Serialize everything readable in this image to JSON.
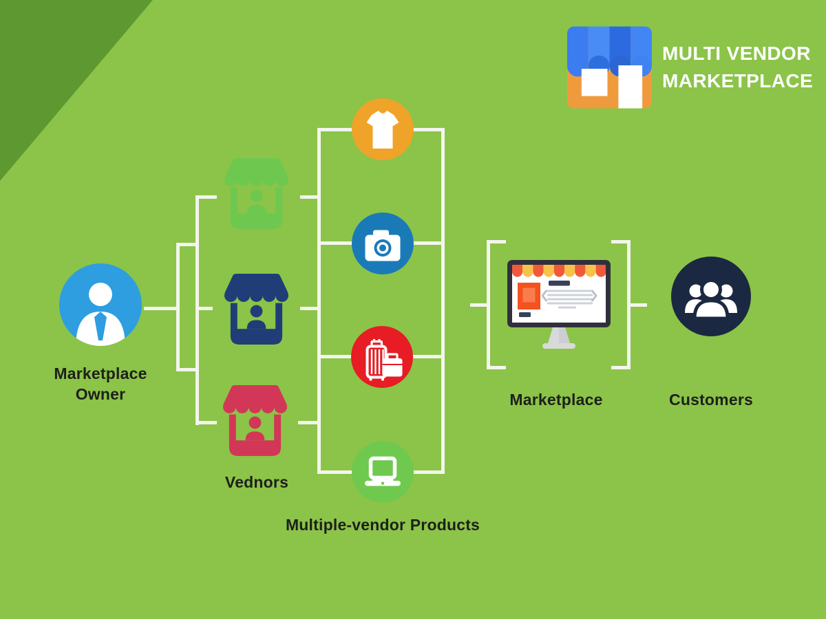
{
  "brand": {
    "line1": "MULTI VENDOR",
    "line2": "MARKETPLACE",
    "icon": "storefront-awning-icon",
    "icon_colors": {
      "body": "#ef9b3d",
      "awning_blue_light": "#4285f4",
      "awning_blue_dark": "#2e6bdc"
    }
  },
  "diagram": {
    "owner": {
      "label_line1": "Marketplace",
      "label_line2": "Owner",
      "icon": "person-icon",
      "color": "#2e9ee0"
    },
    "vendors": {
      "label": "Vednors",
      "items": [
        {
          "name": "vendor-store-green",
          "icon": "storefront-icon",
          "color": "#6ec84f"
        },
        {
          "name": "vendor-store-navy",
          "icon": "storefront-icon",
          "color": "#203d78"
        },
        {
          "name": "vendor-store-red",
          "icon": "storefront-icon",
          "color": "#d23757"
        }
      ]
    },
    "products": {
      "label": "Multiple-vendor Products",
      "items": [
        {
          "name": "product-tshirt",
          "icon": "tshirt-icon",
          "color": "#f0a329"
        },
        {
          "name": "product-camera",
          "icon": "camera-icon",
          "color": "#1a7ab8"
        },
        {
          "name": "product-luggage",
          "icon": "luggage-icon",
          "color": "#e71c24"
        },
        {
          "name": "product-laptop",
          "icon": "laptop-icon",
          "color": "#6fc94e"
        }
      ]
    },
    "marketplace": {
      "label": "Marketplace",
      "icon": "monitor-storefront-icon"
    },
    "customers": {
      "label": "Customers",
      "icon": "people-group-icon",
      "color": "#1b2841"
    }
  },
  "colors": {
    "background": "#8bc448",
    "background_accent": "#5e9830",
    "connector_line": "#f3f5ee",
    "text_dark": "#1e1f1c",
    "text_light": "#ffffff",
    "monitor_frame": "#30303c",
    "monitor_awning_red": "#f15a39",
    "monitor_awning_yellow": "#f8c14a"
  }
}
